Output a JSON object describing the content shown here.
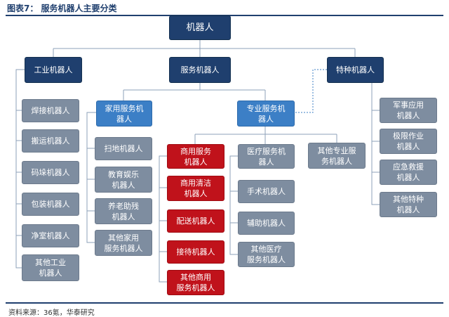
{
  "header": {
    "title": "图表7：  服务机器人主要分类"
  },
  "footer": {
    "source": "资料来源：36氪，华泰研究"
  },
  "nodes": {
    "root": "机器人",
    "industrial": "工业机器人",
    "service": "服务机器人",
    "special": "特种机器人",
    "ind_welding": "焊接机器人",
    "ind_handling": "搬运机器人",
    "ind_palletizing": "码垛机器人",
    "ind_packaging": "包装机器人",
    "ind_cleanroom": "净室机器人",
    "ind_other": "其他工业\n机器人",
    "home_service": "家用服务机\n器人",
    "home_sweeping": "扫地机器人",
    "home_education": "教育娱乐\n机器人",
    "home_eldercare": "养老助残\n机器人",
    "home_other": "其他家用\n服务机器人",
    "pro_service": "专业服务机\n器人",
    "com_service": "商用服务\n机器人",
    "com_cleaning": "商用清洁\n机器人",
    "com_delivery": "配送机器人",
    "com_reception": "接待机器人",
    "com_other": "其他商用\n服务机器人",
    "med_service": "医疗服务机\n器人",
    "med_surgery": "手术机器人",
    "med_assist": "辅助机器人",
    "med_other": "其他医疗\n服务机器人",
    "pro_other": "其他专业服\n务机器人",
    "sp_military": "军事应用\n机器人",
    "sp_extreme": "极限作业\n机器人",
    "sp_rescue": "应急救援\n机器人",
    "sp_other": "其他特种\n机器人"
  }
}
